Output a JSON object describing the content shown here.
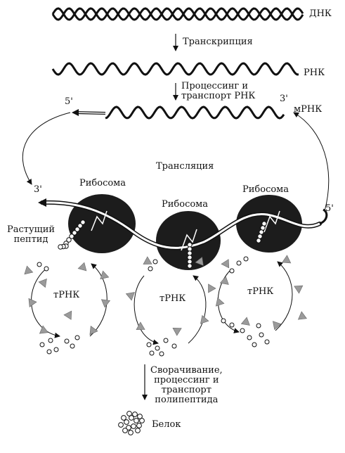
{
  "labels": {
    "dna": "ДНК",
    "transcription": "Транскрипция",
    "rna": "РНК",
    "processing_transport": "Процессинг и\nтранспорт РНК",
    "three_prime_mrna": "3'",
    "mrna": "мРНК",
    "five_prime_top": "5'",
    "translation": "Трансляция",
    "three_prime_left": "3'",
    "five_prime_right": "5'",
    "ribosome_left": "Рибосома",
    "ribosome_middle": "Рибосома",
    "ribosome_right": "Рибосома",
    "growing_peptide": "Растущий\nпептид",
    "trna_left": "тРНК",
    "trna_middle": "тРНК",
    "trna_right": "тРНК",
    "folding": "Сворачивание,\nпроцессинг и\nтранспорт\nполипептида",
    "protein": "Белок"
  },
  "colors": {
    "ink": "#111111",
    "ribosome_fill": "#1c1c1c",
    "trna_gray": "#9a9a9a"
  },
  "icons": {
    "dna_helix": "double-helix",
    "rna_strand": "wavy-strand",
    "ribosome": "dark-ellipse",
    "trna": "triangle-shapes",
    "amino_acid": "small-circle"
  }
}
